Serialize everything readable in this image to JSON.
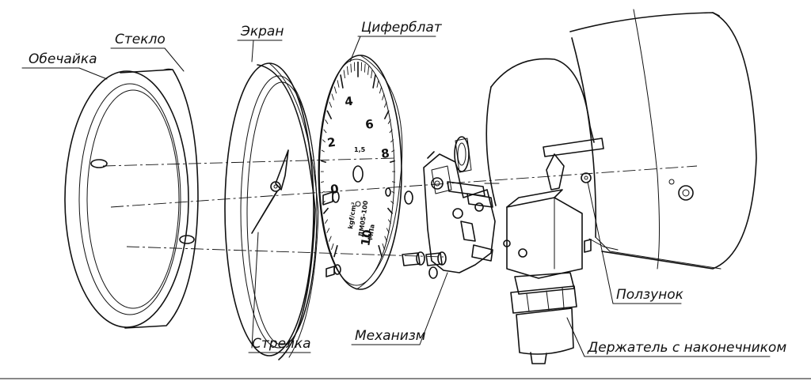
{
  "labels": {
    "obechayka": "Обечайка",
    "steklo": "Стекло",
    "ekran": "Экран",
    "tsiferblat": "Циферблат",
    "strelka": "Стрелка",
    "mekhanizm": "Механизм",
    "polzunok": "Ползунок",
    "derzhatel": "Держатель с наконечником"
  },
  "dial": {
    "n0": "0",
    "n2": "2",
    "n4": "4",
    "n6": "6",
    "n8": "8",
    "n10": "10",
    "class": "1,5",
    "unit": "kgf/cm²",
    "model": "ДМ05-100",
    "sign": "МПа"
  }
}
